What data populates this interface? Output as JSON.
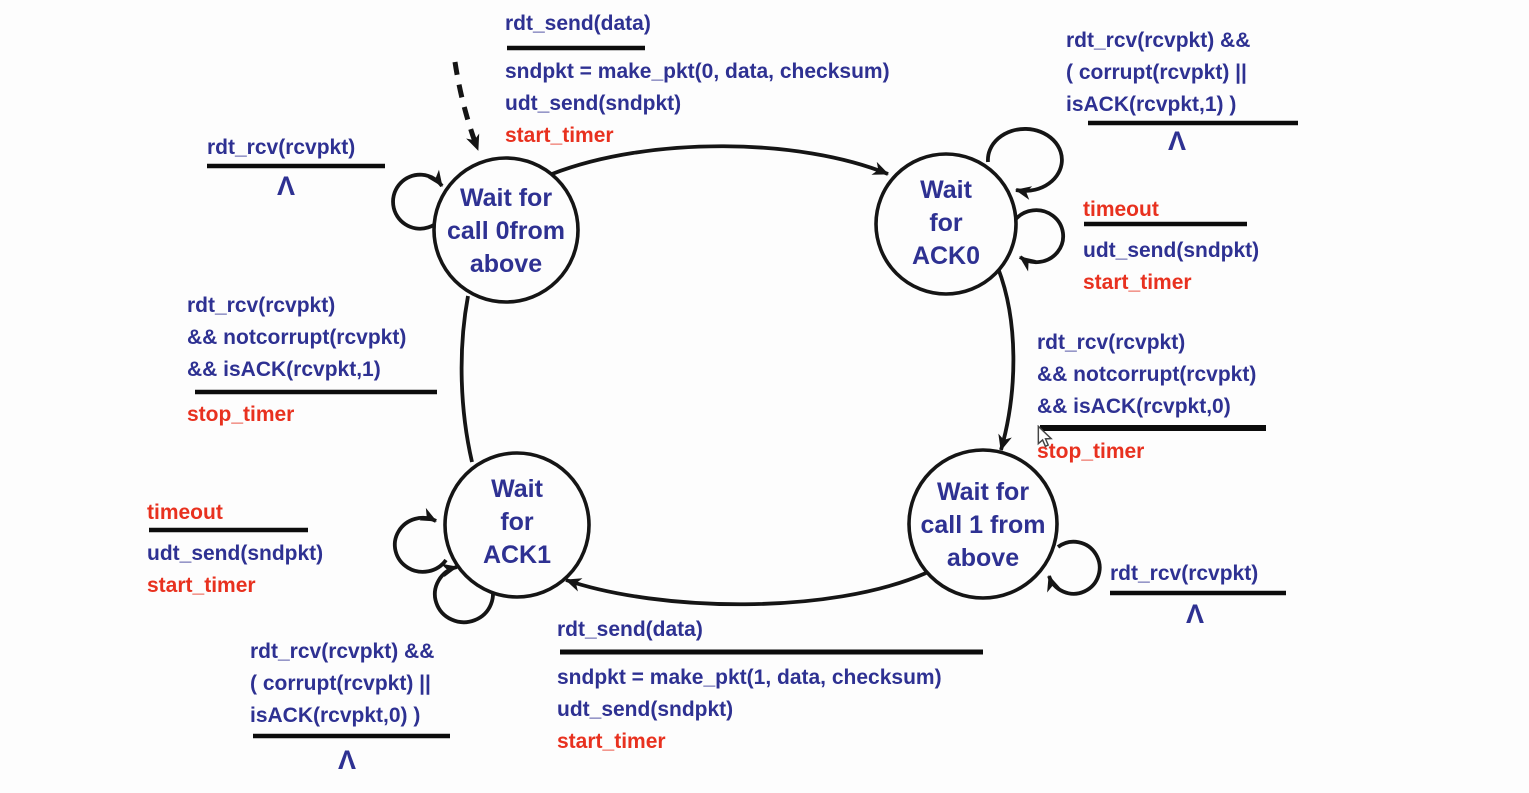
{
  "palette": {
    "text_blue": "#2e3192",
    "text_red": "#e8311f",
    "line_black": "#151515",
    "background": "#fdfdfd"
  },
  "states": {
    "wait_call0": {
      "lines": [
        "Wait for",
        "call 0from",
        "above"
      ]
    },
    "wait_ack0": {
      "lines": [
        "Wait",
        "for",
        "ACK0"
      ]
    },
    "wait_ack1": {
      "lines": [
        "Wait",
        "for",
        "ACK1"
      ]
    },
    "wait_call1": {
      "lines": [
        "Wait for",
        "call 1 from",
        "above"
      ]
    }
  },
  "labels": {
    "send0": {
      "event": "rdt_send(data)",
      "a1": "sndpkt = make_pkt(0, data, checksum)",
      "a2": "udt_send(sndpkt)",
      "a3": "start_timer"
    },
    "corrupt_ack1": {
      "e1": "rdt_rcv(rcvpkt) &&",
      "e2": "( corrupt(rcvpkt) ||",
      "e3": "isACK(rcvpkt,1) )",
      "action": "Λ"
    },
    "rcv_wait0": {
      "event": "rdt_rcv(rcvpkt)",
      "action": "Λ"
    },
    "timeout_ack0": {
      "event": "timeout",
      "a1": "udt_send(sndpkt)",
      "a2": "start_timer"
    },
    "ack1_ok": {
      "e1": "rdt_rcv(rcvpkt)",
      "e2": "&& notcorrupt(rcvpkt)",
      "e3": "&& isACK(rcvpkt,1)",
      "action": "stop_timer"
    },
    "ack0_ok": {
      "e1": "rdt_rcv(rcvpkt)",
      "e2": "&& notcorrupt(rcvpkt)",
      "e3": "&& isACK(rcvpkt,0)",
      "action": "stop_timer"
    },
    "timeout_ack1": {
      "event": "timeout",
      "a1": "udt_send(sndpkt)",
      "a2": "start_timer"
    },
    "corrupt_ack0": {
      "e1": "rdt_rcv(rcvpkt) &&",
      "e2": "( corrupt(rcvpkt) ||",
      "e3": "isACK(rcvpkt,0) )",
      "action": "Λ"
    },
    "send1": {
      "event": "rdt_send(data)",
      "a1": "sndpkt = make_pkt(1, data, checksum)",
      "a2": "udt_send(sndpkt)",
      "a3": "start_timer"
    },
    "rcv_wait1": {
      "event": "rdt_rcv(rcvpkt)",
      "action": "Λ"
    }
  },
  "cursor": {
    "icon": "mouse-pointer-icon"
  }
}
